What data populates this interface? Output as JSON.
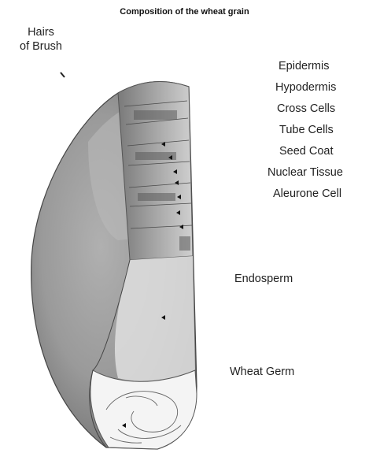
{
  "title": "Composition of the wheat grain",
  "labels": {
    "hairs_line1": "Hairs",
    "hairs_line2": "of Brush",
    "epidermis": "Epidermis",
    "hypodermis": "Hypodermis",
    "cross_cells": "Cross Cells",
    "tube_cells": "Tube Cells",
    "seed_coat": "Seed Coat",
    "nuclear_tissue": "Nuclear Tissue",
    "aleurone_cell": "Aleurone Cell",
    "endosperm": "Endosperm",
    "wheat_germ": "Wheat Germ"
  }
}
